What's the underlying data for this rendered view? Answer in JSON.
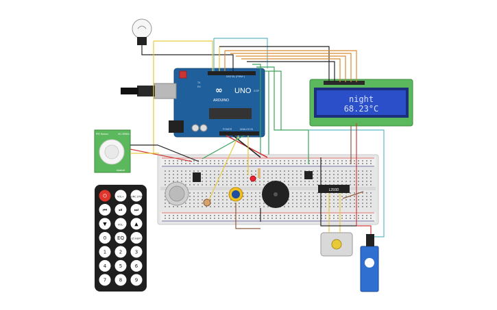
{
  "arduino": {
    "brand": "ARDUINO",
    "model": "UNO",
    "digital_label": "DIGITAL (PWM~)",
    "power_label": "POWER",
    "analog_label": "ANALOG IN",
    "icsp_label": "ICSP",
    "tx_label": "TX",
    "rx_label": "RX"
  },
  "lcd": {
    "line1": "night",
    "line2": "68.23°C",
    "backlight_color": "#2a4fc9",
    "text_color": "#d8e2ff"
  },
  "pir": {
    "title": "PIR Sensor",
    "model_label": "HC-SR501",
    "detail_label": "Adafruit"
  },
  "ic": {
    "label": "L293D"
  },
  "remote": {
    "buttons": [
      {
        "label": "⏻",
        "name": "power"
      },
      {
        "label": "VOL+",
        "name": "vol-up"
      },
      {
        "label": "FUNC STOP",
        "name": "func-stop"
      },
      {
        "label": "⏮",
        "name": "prev"
      },
      {
        "label": "⏯",
        "name": "play-pause"
      },
      {
        "label": "⏭",
        "name": "next"
      },
      {
        "label": "▼",
        "name": "down"
      },
      {
        "label": "VOL-",
        "name": "vol-down"
      },
      {
        "label": "▲",
        "name": "up"
      },
      {
        "label": "0",
        "name": "0"
      },
      {
        "label": "EQ",
        "name": "eq"
      },
      {
        "label": "ST REPT",
        "name": "st-rept"
      },
      {
        "label": "1",
        "name": "1"
      },
      {
        "label": "2",
        "name": "2"
      },
      {
        "label": "3",
        "name": "3"
      },
      {
        "label": "4",
        "name": "4"
      },
      {
        "label": "5",
        "name": "5"
      },
      {
        "label": "6",
        "name": "6"
      },
      {
        "label": "7",
        "name": "7"
      },
      {
        "label": "8",
        "name": "8"
      },
      {
        "label": "9",
        "name": "9"
      }
    ]
  },
  "colors": {
    "board_blue": "#1f5f9c",
    "breadboard": "#e8e8e8",
    "wire_yellow": "#e8c93a",
    "wire_orange": "#d98a2b",
    "wire_green": "#3aa35a",
    "wire_red": "#d23a3a",
    "wire_black": "#222222",
    "wire_teal": "#5fb8c4",
    "wire_brown": "#8a5a3a"
  }
}
